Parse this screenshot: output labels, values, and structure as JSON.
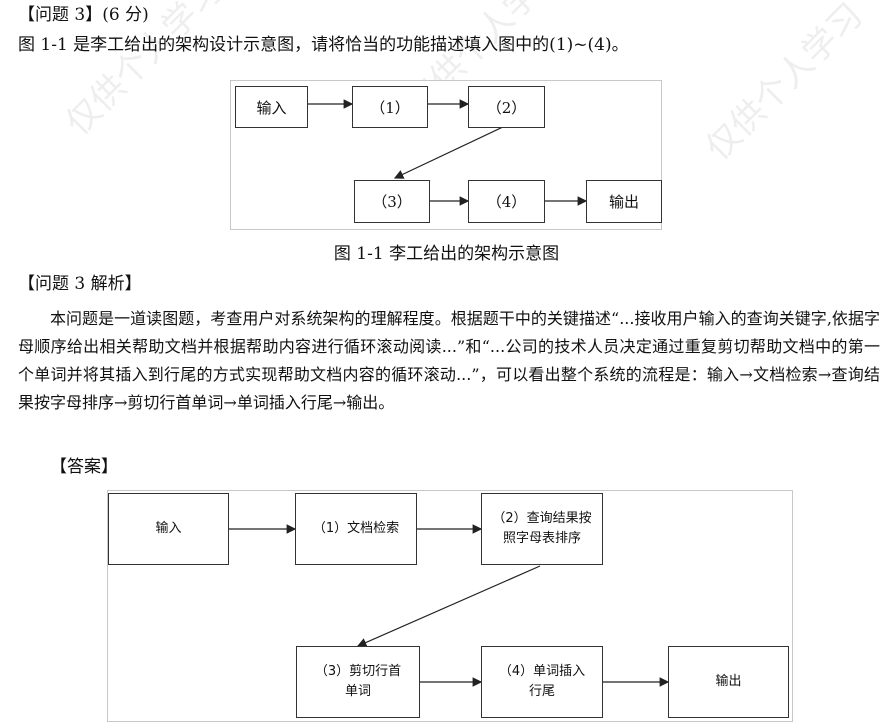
{
  "question": {
    "heading": "【问题 3】(6 分)",
    "prompt": "图 1-1 是李工给出的架构设计示意图，请将恰当的功能描述填入图中的(1)~(4)。",
    "diagram": {
      "nodes": {
        "input": "输入",
        "n1": "（1）",
        "n2": "（2）",
        "n3": "（3）",
        "n4": "（4）",
        "output": "输出"
      }
    },
    "caption": "图 1-1  李工给出的架构示意图"
  },
  "analysis": {
    "heading": "【问题 3 解析】",
    "paragraph": "本问题是一道读图题，考查用户对系统架构的理解程度。根据题干中的关键描述“...接收用户输入的查询关键字,依据字母顺序给出相关帮助文档并根据帮助内容进行循环滚动阅读...”和“...公司的技术人员决定通过重复剪切帮助文档中的第一个单词并将其插入到行尾的方式实现帮助文档内容的循环滚动...”，可以看出整个系统的流程是：输入→文档检索→查询结果按字母排序→剪切行首单词→单词插入行尾→输出。"
  },
  "answer": {
    "heading": "【答案】",
    "diagram": {
      "nodes": {
        "input": "输入",
        "n1": "（1）文档检索",
        "n2": "（2）查询结果按照字母表排序",
        "n3": "（3）剪切行首单词",
        "n4": "（4）单词插入行尾",
        "output": "输出"
      }
    }
  },
  "watermark": "仅供个人学习"
}
